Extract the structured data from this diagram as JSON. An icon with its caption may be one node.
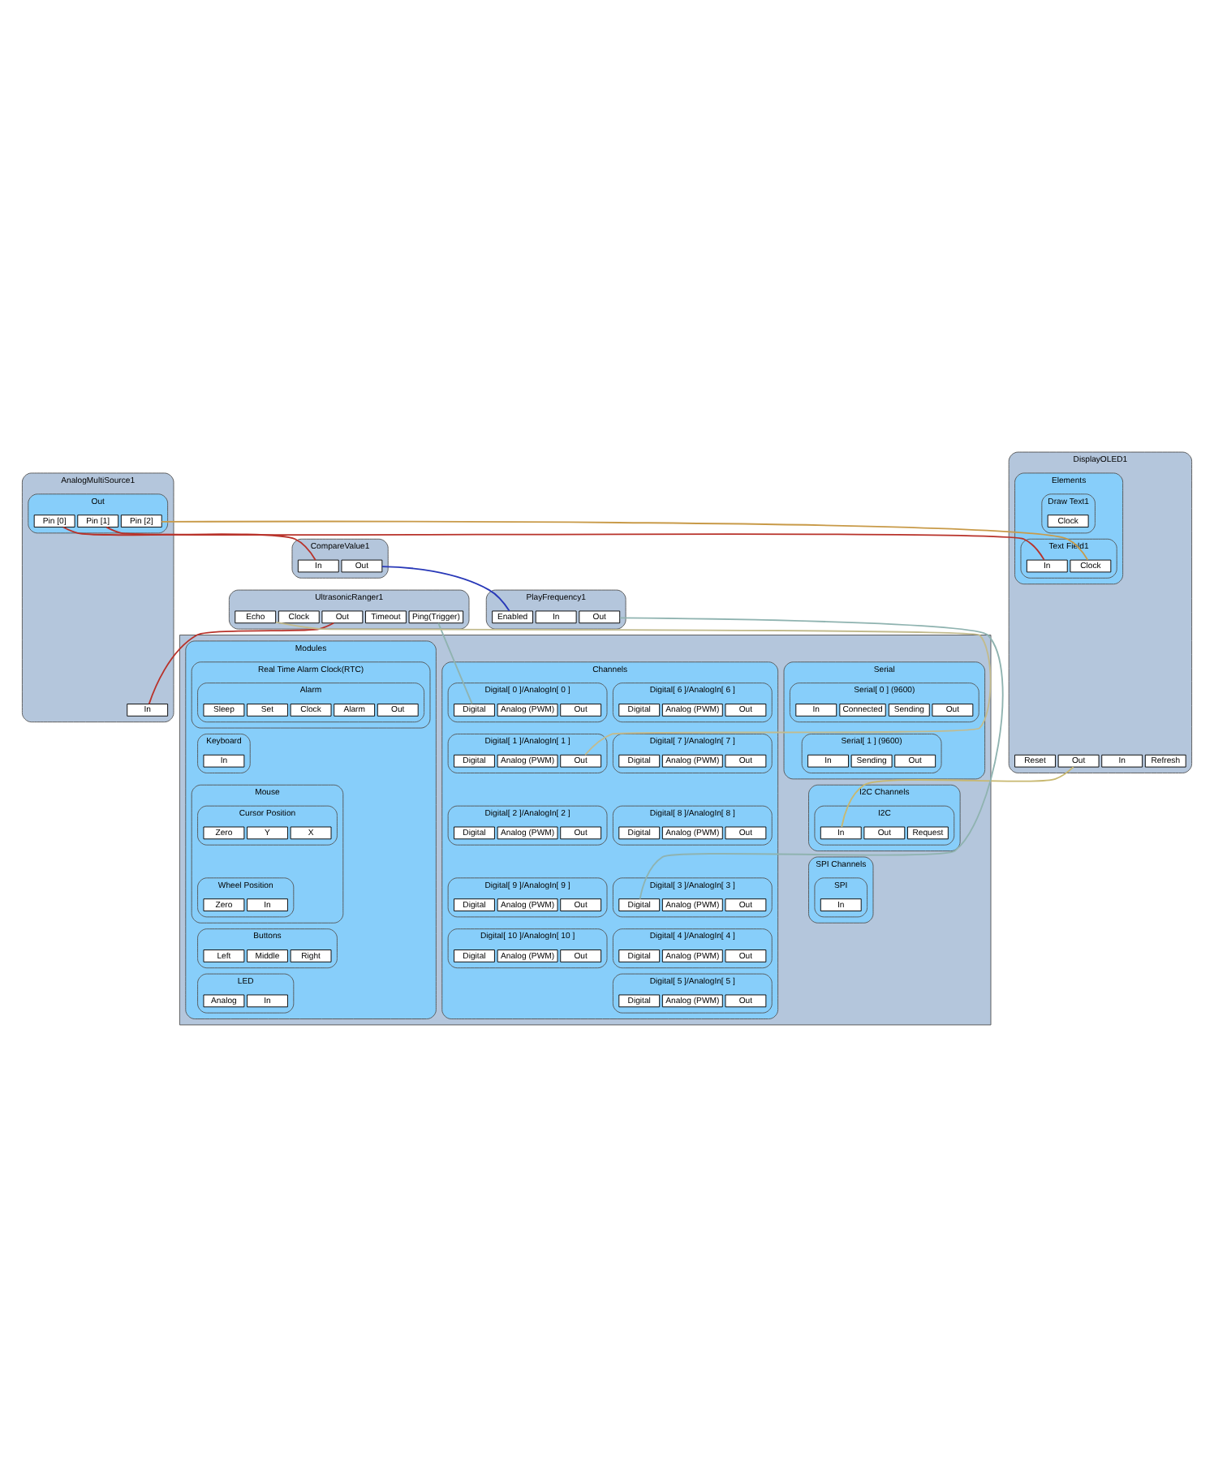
{
  "diagram": {
    "nodes": [
      {
        "text": [
          "UltrasonicRanger1"
        ]
      },
      {
        "text": [
          "Echo"
        ],
        "in": 0
      },
      {
        "text": [
          "Clock"
        ],
        "in": 0
      },
      {
        "text": [
          "Out"
        ],
        "in": 0
      },
      {
        "text": [
          "Timeout"
        ],
        "in": 0
      },
      {
        "text": [
          "Ping(Trigger)"
        ],
        "in": 0
      },
      {
        "text": [
          "AnalogMultiSource1"
        ]
      },
      {
        "text": [
          "In"
        ],
        "in": 6
      },
      {
        "text": [
          "Out"
        ],
        "in": 6
      },
      {
        "text": [
          "Pin [0]"
        ],
        "in": 8
      },
      {
        "text": [
          "Pin [1]"
        ],
        "in": 8
      },
      {
        "text": [
          "Pin [2]"
        ],
        "in": 8
      },
      {
        "text": [
          "DisplayOLED1"
        ]
      },
      {
        "text": [
          "Elements"
        ],
        "in": 12
      },
      {
        "text": [
          "Draw Text1"
        ],
        "in": 13
      },
      {
        "text": [
          "Clock"
        ],
        "in": 14
      },
      {
        "text": [
          "Text Field1"
        ],
        "in": 13
      },
      {
        "text": [
          "In"
        ],
        "in": 16
      },
      {
        "text": [
          "Clock"
        ],
        "in": 16
      },
      {
        "text": [
          "Reset"
        ],
        "in": 12
      },
      {
        "text": [
          "Out"
        ],
        "in": 12
      },
      {
        "text": [
          "In"
        ],
        "in": 12
      },
      {
        "text": [
          "Refresh"
        ],
        "in": 12
      },
      {
        "text": [
          "CompareValue1"
        ]
      },
      {
        "text": [
          "In"
        ],
        "in": 23
      },
      {
        "text": [
          "Out"
        ],
        "in": 23
      },
      {
        "text": [
          "PlayFrequency1"
        ]
      },
      {
        "text": [
          "Enabled"
        ],
        "in": 26
      },
      {
        "text": [
          "In"
        ],
        "in": 26
      },
      {
        "text": [
          "Out"
        ],
        "in": 26
      },
      {
        "text": [],
        "shape": "box"
      },
      {
        "text": [
          "Modules"
        ],
        "in": 30
      },
      {
        "text": [
          "Real Time Alarm Clock(RTC)"
        ],
        "in": 31
      },
      {
        "text": [
          "Alarm"
        ],
        "in": 32
      },
      {
        "text": [
          "Sleep"
        ],
        "in": 33
      },
      {
        "text": [
          "Set"
        ],
        "in": 33
      },
      {
        "text": [
          "Clock"
        ],
        "in": 33
      },
      {
        "text": [
          "Alarm"
        ],
        "in": 33
      },
      {
        "text": [
          "Out"
        ],
        "in": 33
      },
      {
        "text": [
          "Keyboard"
        ],
        "in": 31
      },
      {
        "text": [
          "In"
        ],
        "in": 39
      },
      {
        "text": [
          "Mouse"
        ],
        "in": 31
      },
      {
        "text": [
          "Cursor Position"
        ],
        "in": 41
      },
      {
        "text": [
          "Zero"
        ],
        "in": 42
      },
      {
        "text": [
          "Y"
        ],
        "in": 42
      },
      {
        "text": [
          "X"
        ],
        "in": 42
      },
      {
        "text": [
          "Wheel Position"
        ],
        "in": 41
      },
      {
        "text": [
          "Zero"
        ],
        "in": 46
      },
      {
        "text": [
          "In"
        ],
        "in": 46
      },
      {
        "text": [
          "Buttons"
        ],
        "in": 31
      },
      {
        "text": [
          "Left"
        ],
        "in": 49
      },
      {
        "text": [
          "Middle"
        ],
        "in": 49
      },
      {
        "text": [
          "Right"
        ],
        "in": 49
      },
      {
        "text": [
          "LED"
        ],
        "in": 31
      },
      {
        "text": [
          "Analog"
        ],
        "in": 53
      },
      {
        "text": [
          "In"
        ],
        "in": 53
      },
      {
        "text": [
          "Serial"
        ],
        "in": 30
      },
      {
        "text": [
          "Serial[ 0 ] (9600)"
        ],
        "in": 56
      },
      {
        "text": [
          "In"
        ],
        "in": 57
      },
      {
        "text": [
          "Connected"
        ],
        "in": 57
      },
      {
        "text": [
          "Sending"
        ],
        "in": 57
      },
      {
        "text": [
          "Out"
        ],
        "in": 57
      },
      {
        "text": [
          "Serial[ 1 ] (9600)"
        ],
        "in": 56
      },
      {
        "text": [
          "In"
        ],
        "in": 62
      },
      {
        "text": [
          "Sending"
        ],
        "in": 62
      },
      {
        "text": [
          "Out"
        ],
        "in": 62
      },
      {
        "text": [
          "I2C Channels"
        ],
        "in": 30
      },
      {
        "text": [
          "I2C"
        ],
        "in": 66
      },
      {
        "text": [
          "In"
        ],
        "in": 67
      },
      {
        "text": [
          "Out"
        ],
        "in": 67
      },
      {
        "text": [
          "Request"
        ],
        "in": 67
      },
      {
        "text": [
          "Channels"
        ],
        "in": 30
      },
      {
        "text": [
          "Digital[ 0 ]/AnalogIn[ 0 ]"
        ],
        "in": 71
      },
      {
        "text": [
          "Digital"
        ],
        "in": 72
      },
      {
        "text": [
          "Analog (PWM)"
        ],
        "in": 72
      },
      {
        "text": [
          "Out"
        ],
        "in": 72
      },
      {
        "text": [
          "Digital[ 1 ]/AnalogIn[ 1 ]"
        ],
        "in": 71
      },
      {
        "text": [
          "Digital"
        ],
        "in": 76
      },
      {
        "text": [
          "Analog (PWM)"
        ],
        "in": 76
      },
      {
        "text": [
          "Out"
        ],
        "in": 76
      },
      {
        "text": [
          "Digital[ 2 ]/AnalogIn[ 2 ]"
        ],
        "in": 71
      },
      {
        "text": [
          "Digital"
        ],
        "in": 80
      },
      {
        "text": [
          "Analog (PWM)"
        ],
        "in": 80
      },
      {
        "text": [
          "Out"
        ],
        "in": 80
      },
      {
        "text": [
          "Digital[ 3 ]/AnalogIn[ 3 ]"
        ],
        "in": 71
      },
      {
        "text": [
          "Digital"
        ],
        "in": 84
      },
      {
        "text": [
          "Analog (PWM)"
        ],
        "in": 84
      },
      {
        "text": [
          "Out"
        ],
        "in": 84
      },
      {
        "text": [
          "Digital[ 4 ]/AnalogIn[ 4 ]"
        ],
        "in": 71
      },
      {
        "text": [
          "Digital"
        ],
        "in": 88
      },
      {
        "text": [
          "Analog (PWM)"
        ],
        "in": 88
      },
      {
        "text": [
          "Out"
        ],
        "in": 88
      },
      {
        "text": [
          "Digital[ 5 ]/AnalogIn[ 5 ]"
        ],
        "in": 71
      },
      {
        "text": [
          "Digital"
        ],
        "in": 92
      },
      {
        "text": [
          "Analog (PWM)"
        ],
        "in": 92
      },
      {
        "text": [
          "Out"
        ],
        "in": 92
      },
      {
        "text": [
          "Digital[ 6 ]/AnalogIn[ 6 ]"
        ],
        "in": 71
      },
      {
        "text": [
          "Digital"
        ],
        "in": 96
      },
      {
        "text": [
          "Analog (PWM)"
        ],
        "in": 96
      },
      {
        "text": [
          "Out"
        ],
        "in": 96
      },
      {
        "text": [
          "Digital[ 7 ]/AnalogIn[ 7 ]"
        ],
        "in": 71
      },
      {
        "text": [
          "Digital"
        ],
        "in": 100
      },
      {
        "text": [
          "Analog (PWM)"
        ],
        "in": 100
      },
      {
        "text": [
          "Out"
        ],
        "in": 100
      },
      {
        "text": [
          "Digital[ 8 ]/AnalogIn[ 8 ]"
        ],
        "in": 71
      },
      {
        "text": [
          "Digital"
        ],
        "in": 104
      },
      {
        "text": [
          "Analog (PWM)"
        ],
        "in": 104
      },
      {
        "text": [
          "Out"
        ],
        "in": 104
      },
      {
        "text": [
          "Digital[ 9 ]/AnalogIn[ 9 ]"
        ],
        "in": 71
      },
      {
        "text": [
          "Digital"
        ],
        "in": 108
      },
      {
        "text": [
          "Analog (PWM)"
        ],
        "in": 108
      },
      {
        "text": [
          "Out"
        ],
        "in": 108
      },
      {
        "text": [
          "Digital[ 10 ]/AnalogIn[ 10 ]"
        ],
        "in": 71
      },
      {
        "text": [
          "Digital"
        ],
        "in": 112
      },
      {
        "text": [
          "Analog (PWM)"
        ],
        "in": 112
      },
      {
        "text": [
          "Out"
        ],
        "in": 112
      },
      {
        "text": [
          "SPI Channels"
        ],
        "in": 30
      },
      {
        "text": [
          "SPI"
        ],
        "in": 116
      },
      {
        "text": [
          "In"
        ],
        "in": 117
      }
    ],
    "edges": [
      {
        "from": 3,
        "to": 7,
        "arrow": "none",
        "color": "#b8322a"
      },
      {
        "from": 5,
        "to": 73,
        "arrow": "none",
        "color": "#8fb3b0"
      },
      {
        "from": 79,
        "to": 1,
        "arrow": "none",
        "color": "#c2bb8e"
      },
      {
        "from": 9,
        "to": 24,
        "arrow": "none",
        "color": "#b8322a"
      },
      {
        "from": 10,
        "to": 17,
        "arrow": "none",
        "color": "#b8322a"
      },
      {
        "from": 11,
        "to": 18,
        "arrow": "none",
        "color": "#c89a48"
      },
      {
        "from": 25,
        "to": 27,
        "arrow": "none",
        "color": "#2838b8"
      },
      {
        "from": 29,
        "to": 85,
        "arrow": "none",
        "color": "#8fb3b0"
      },
      {
        "from": 20,
        "to": 68,
        "arrow": "none",
        "color": "#c8b870"
      }
    ]
  }
}
